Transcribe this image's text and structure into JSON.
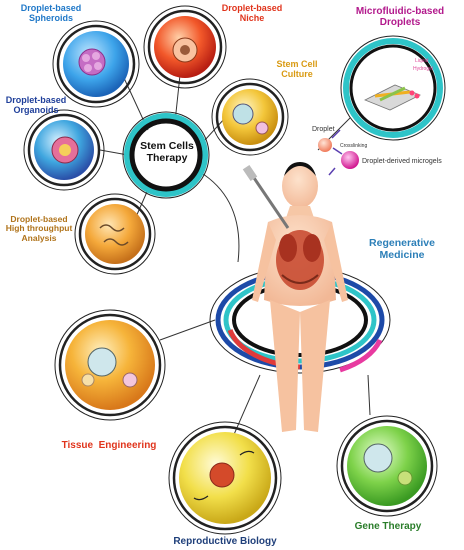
{
  "center": {
    "label": "Stem Cells\nTherapy"
  },
  "top_nodes": {
    "spheroids": "Droplet-based\nSpheroids",
    "niche": "Droplet-based\nNiche",
    "culture": "Stem Cell\nCulture",
    "organoids": "Droplet-based\nOrganoids",
    "analysis": "Droplet-based\nHigh throughput\nAnalysis"
  },
  "microfluidic": {
    "title": "Microfluidic-based\nDroplets",
    "droplet": "Droplet",
    "crosslinking": "Crosslinking",
    "microgels": "Droplet-derived microgels",
    "inset_liquid": "Liquid",
    "inset_hydrogel": "Hydrogel"
  },
  "regenerative": "Regenerative\nMedicine",
  "bottom_nodes": {
    "tissue": "Tissue  Engineering",
    "reproductive": "Reproductive Biology",
    "gene": "Gene Therapy"
  },
  "colors": {
    "spheroids_label": "#1f78c8",
    "niche_label": "#e0341c",
    "culture_label": "#d99a12",
    "organoids_label": "#1f3f9a",
    "analysis_label": "#b0731a",
    "micro_title": "#b2198c",
    "regen_label": "#2c7fb8",
    "tissue_label": "#e0341c",
    "repro_label": "#1f3f7a",
    "gene_label": "#2a7d2a",
    "ring_teal": "#2ec4c8",
    "ring_dark": "#1a1a1a"
  }
}
